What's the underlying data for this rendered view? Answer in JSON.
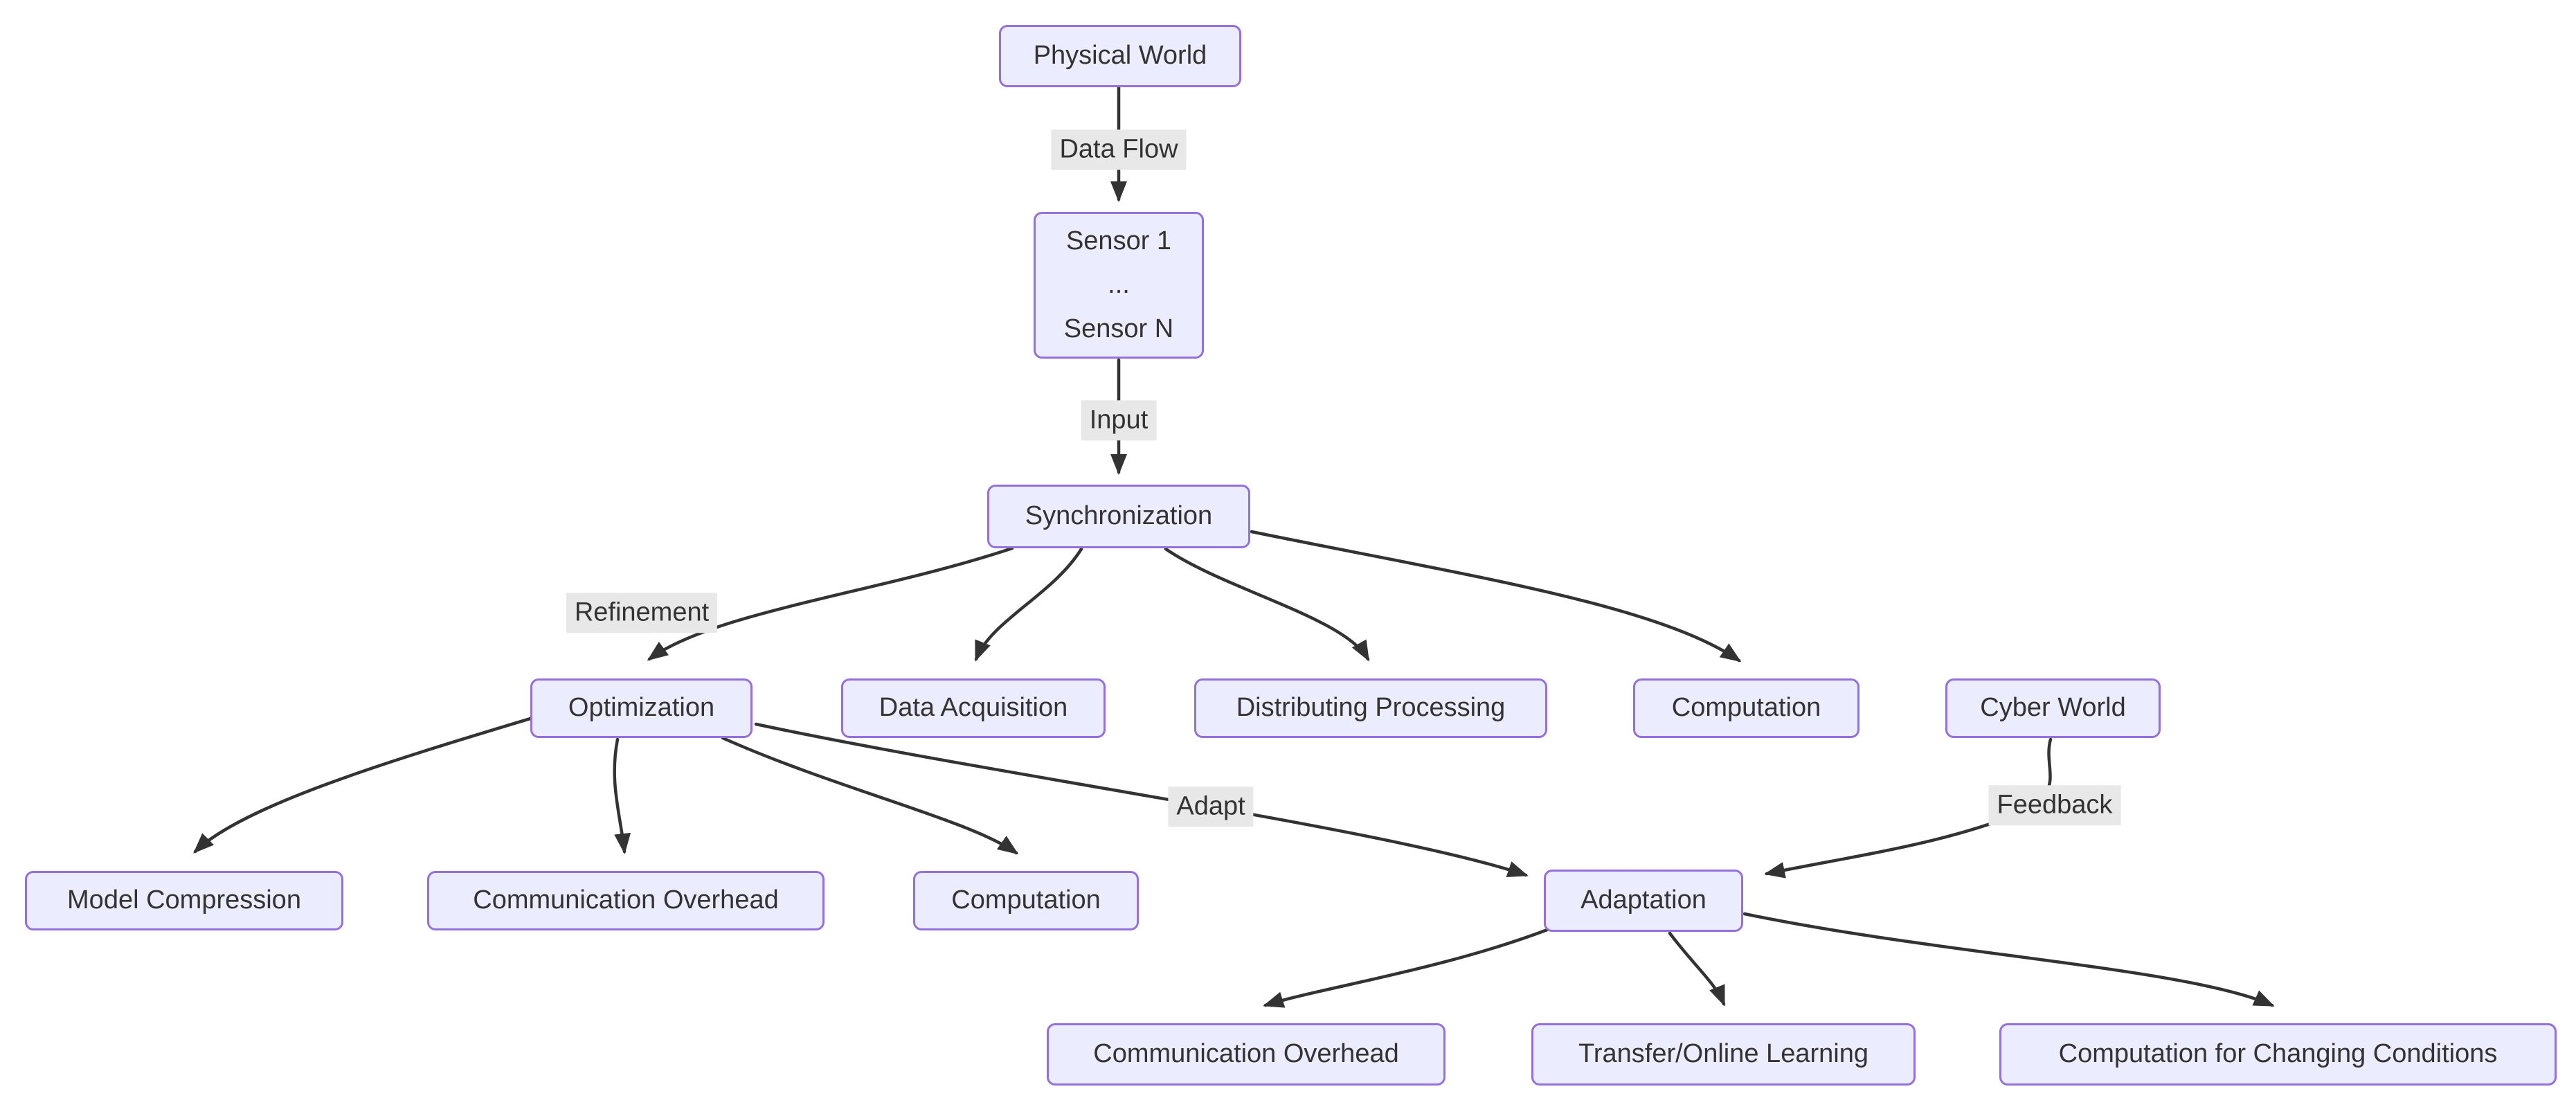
{
  "diagram": {
    "nodes": {
      "physical_world": {
        "label": "Physical World"
      },
      "sensors": {
        "lines": [
          "Sensor 1",
          "...",
          "Sensor N"
        ]
      },
      "synchronization": {
        "label": "Synchronization"
      },
      "optimization": {
        "label": "Optimization"
      },
      "data_acquisition": {
        "label": "Data Acquisition"
      },
      "distributing_processing": {
        "label": "Distributing Processing"
      },
      "computation_sync": {
        "label": "Computation"
      },
      "cyber_world": {
        "label": "Cyber World"
      },
      "model_compression": {
        "label": "Model Compression"
      },
      "communication_overhead_opt": {
        "label": "Communication Overhead"
      },
      "computation_opt": {
        "label": "Computation"
      },
      "adaptation": {
        "label": "Adaptation"
      },
      "communication_overhead_adapt": {
        "label": "Communication Overhead"
      },
      "transfer_online_learning": {
        "label": "Transfer/Online Learning"
      },
      "computation_changing_conditions": {
        "label": "Computation for Changing Conditions"
      }
    },
    "edge_labels": {
      "data_flow": "Data Flow",
      "input": "Input",
      "refinement": "Refinement",
      "adapt": "Adapt",
      "feedback": "Feedback"
    },
    "colors": {
      "node_fill": "#ECECFF",
      "node_border": "#9370DB",
      "edge": "#333333",
      "edge_label_bg": "#e8e8e8",
      "text": "#333333",
      "background": "#ffffff"
    }
  }
}
